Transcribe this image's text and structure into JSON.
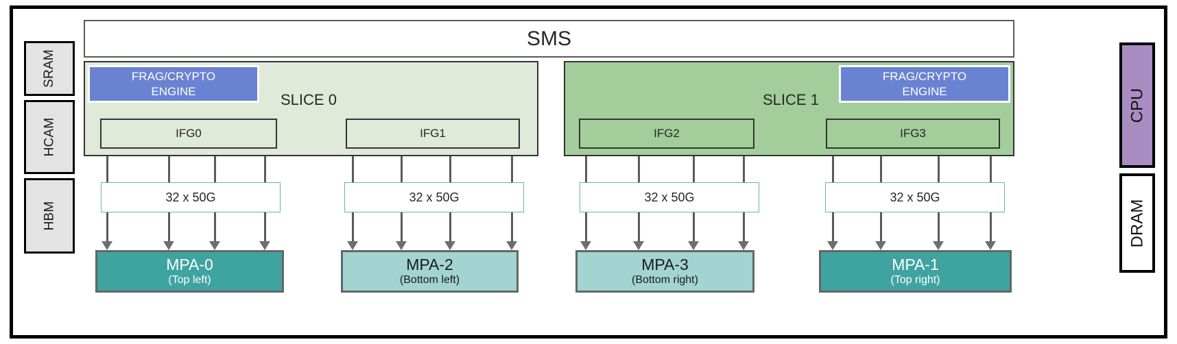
{
  "diagram": {
    "title": "SMS",
    "sms": {
      "label": "SMS"
    },
    "memory_column": [
      {
        "label": "SRAM"
      },
      {
        "label": "HCAM"
      },
      {
        "label": "HBM"
      }
    ],
    "slices": [
      {
        "label": "SLICE 0",
        "fill": "#dfead9",
        "engine": {
          "line1": "FRAG/CRYPTO",
          "line2": "ENGINE",
          "fill": "#6a82d2"
        },
        "engine_side": "left",
        "ifgs": [
          {
            "label": "IFG0"
          },
          {
            "label": "IFG1"
          }
        ]
      },
      {
        "label": "SLICE 1",
        "fill": "#a3cd9a",
        "engine": {
          "line1": "FRAG/CRYPTO",
          "line2": "ENGINE",
          "fill": "#6a82d2"
        },
        "engine_side": "right",
        "ifgs": [
          {
            "label": "IFG2"
          },
          {
            "label": "IFG3"
          }
        ]
      }
    ],
    "serdes": [
      {
        "label": "32 x 50G"
      },
      {
        "label": "32 x 50G"
      },
      {
        "label": "32 x 50G"
      },
      {
        "label": "32 x 50G"
      }
    ],
    "mpas": [
      {
        "name": "MPA-0",
        "position": "(Top left)",
        "fill": "#3fa3a0",
        "text": "#ffffff"
      },
      {
        "name": "MPA-2",
        "position": "(Bottom left)",
        "fill": "#a2d4d2",
        "text": "#1a1a1a"
      },
      {
        "name": "MPA-3",
        "position": "(Bottom right)",
        "fill": "#a2d4d2",
        "text": "#1a1a1a"
      },
      {
        "name": "MPA-1",
        "position": "(Top right)",
        "fill": "#3fa3a0",
        "text": "#ffffff"
      }
    ],
    "right_column": [
      {
        "label": "CPU",
        "fill": "#a88cc2"
      },
      {
        "label": "DRAM",
        "fill": "#ffffff"
      }
    ],
    "colors": {
      "frame": "#000000",
      "slice0_fill": "#dfead9",
      "slice1_fill": "#a3cd9a",
      "engine_fill": "#6a82d2",
      "serdes_border": "#59b9b3",
      "mpa_dark": "#3fa3a0",
      "mpa_light": "#a2d4d2",
      "cpu_fill": "#a88cc2",
      "memory_fill": "#e3e3e3",
      "connector": "#5a5a5a"
    }
  }
}
